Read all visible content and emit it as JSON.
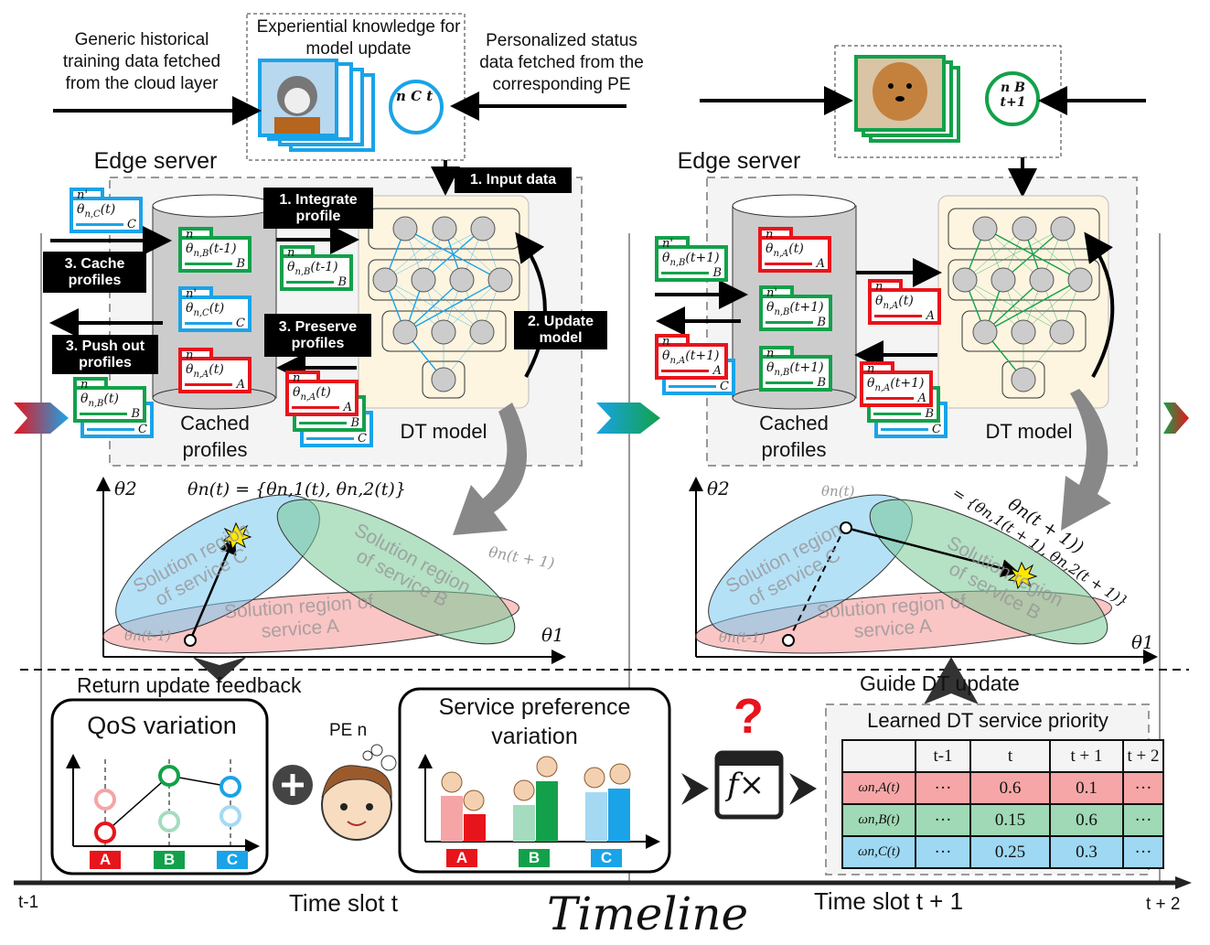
{
  "top": {
    "generic_data": "Generic historical training data fetched from the cloud layer",
    "experiential": "Experiential knowledge for model update",
    "personalized": "Personalized status data fetched from the corresponding PE",
    "nct_symbol": "n C t",
    "nbt1_symbol": "n B t+1"
  },
  "left_panel": {
    "title": "Edge server",
    "cached_profiles": "Cached profiles",
    "dt_model": "DT model",
    "labels": {
      "input_data": "1. Input data",
      "integrate": "1. Integrate profile",
      "cache": "3. Cache profiles",
      "push_out": "3. Push out profiles",
      "preserve": "3. Preserve profiles",
      "update_model": "2. Update model"
    }
  },
  "right_panel": {
    "title": "Edge server",
    "cached_profiles": "Cached profiles",
    "dt_model": "DT model"
  },
  "profiles": [
    {
      "user": "n'",
      "sub": "n,C",
      "arg": "(t)",
      "svc": "C",
      "color": "#1aa3e8"
    },
    {
      "user": "n",
      "sub": "n,B",
      "arg": "(t-1)",
      "svc": "B",
      "color": "#12a14a"
    },
    {
      "user": "n'",
      "sub": "n,C",
      "arg": "(t)",
      "svc": "C",
      "color": "#1aa3e8"
    },
    {
      "user": "n",
      "sub": "n,A",
      "arg": "(t)",
      "svc": "A",
      "color": "#e8141b"
    },
    {
      "user": "n",
      "sub": "n,B",
      "arg": "(t-1)",
      "svc": "B",
      "color": "#12a14a"
    },
    {
      "user": "n",
      "sub": "n,B",
      "arg": "(t)",
      "svc": "B",
      "color": "#12a14a",
      "stack": [
        "C"
      ]
    },
    {
      "user": "n",
      "sub": "n,A",
      "arg": "(t)",
      "svc": "A",
      "color": "#e8141b",
      "stack": [
        "B",
        "C"
      ]
    },
    {
      "user": "n'",
      "sub": "n,B",
      "arg": "(t+1)",
      "svc": "B",
      "color": "#12a14a"
    },
    {
      "user": "n",
      "sub": "n,A",
      "arg": "(t+1)",
      "svc": "A",
      "color": "#e8141b",
      "stack": [
        "C"
      ]
    },
    {
      "user": "n",
      "sub": "n,A",
      "arg": "(t)",
      "svc": "A",
      "color": "#e8141b"
    },
    {
      "user": "n'",
      "sub": "n,B",
      "arg": "(t+1)",
      "svc": "B",
      "color": "#12a14a"
    },
    {
      "user": "n",
      "sub": "n,B",
      "arg": "(t+1)",
      "svc": "B",
      "color": "#12a14a"
    },
    {
      "user": "n",
      "sub": "n,A",
      "arg": "(t)",
      "svc": "A",
      "color": "#e8141b"
    },
    {
      "user": "n",
      "sub": "n,A",
      "arg": "(t+1)",
      "svc": "A",
      "color": "#e8141b",
      "stack": [
        "B",
        "C"
      ]
    }
  ],
  "left_plot": {
    "y_axis": "θ2",
    "x_axis": "θ1",
    "equation": "θn(t) = {θn,1(t), θn,2(t)}",
    "region_c": "Solution region of service C",
    "region_b": "Solution region of service B",
    "region_a": "Solution region of service A",
    "start": "θn(t-1)",
    "next": "θn(t + 1)"
  },
  "right_plot": {
    "y_axis": "θ2",
    "x_axis": "θ1",
    "current": "θn(t)",
    "equation_1": "θn(t + 1))",
    "equation_2": "= {θn,1(t + 1), θn,2(t + 1)}",
    "region_c": "Solution region of service C",
    "region_b": "Solution region of service B",
    "region_a": "Solution region of service A",
    "start": "θn(t-1)"
  },
  "bottom": {
    "return_feedback": "Return update feedback",
    "qos_title": "QoS variation",
    "pe_label": "PE n",
    "service_pref_title": "Service preference variation",
    "guide_update": "Guide DT update",
    "priority_title": "Learned DT service priority",
    "services": [
      "A",
      "B",
      "C"
    ],
    "question_mark": "?",
    "fx": "f×"
  },
  "priority_table": {
    "headers": [
      "",
      "t-1",
      "t",
      "t + 1",
      "t + 2"
    ],
    "rows": [
      {
        "label": "ωn,A(t)",
        "values": [
          "···",
          "0.6",
          "0.1",
          "···"
        ],
        "color": "#f6a6a6"
      },
      {
        "label": "ωn,B(t)",
        "values": [
          "···",
          "0.15",
          "0.6",
          "···"
        ],
        "color": "#9fd9b5"
      },
      {
        "label": "ωn,C(t)",
        "values": [
          "···",
          "0.25",
          "0.3",
          "···"
        ],
        "color": "#9ed8f3"
      }
    ]
  },
  "timeline": {
    "t_minus_1": "t-1",
    "slot_t": "Time slot t",
    "title": "Timeline",
    "slot_t1": "Time slot t + 1",
    "t_plus_2": "t + 2"
  },
  "colors": {
    "service_a": "#e8141b",
    "service_b": "#12a14a",
    "service_c": "#1aa3e8",
    "dt_model_bg": "#fdf5e0"
  }
}
